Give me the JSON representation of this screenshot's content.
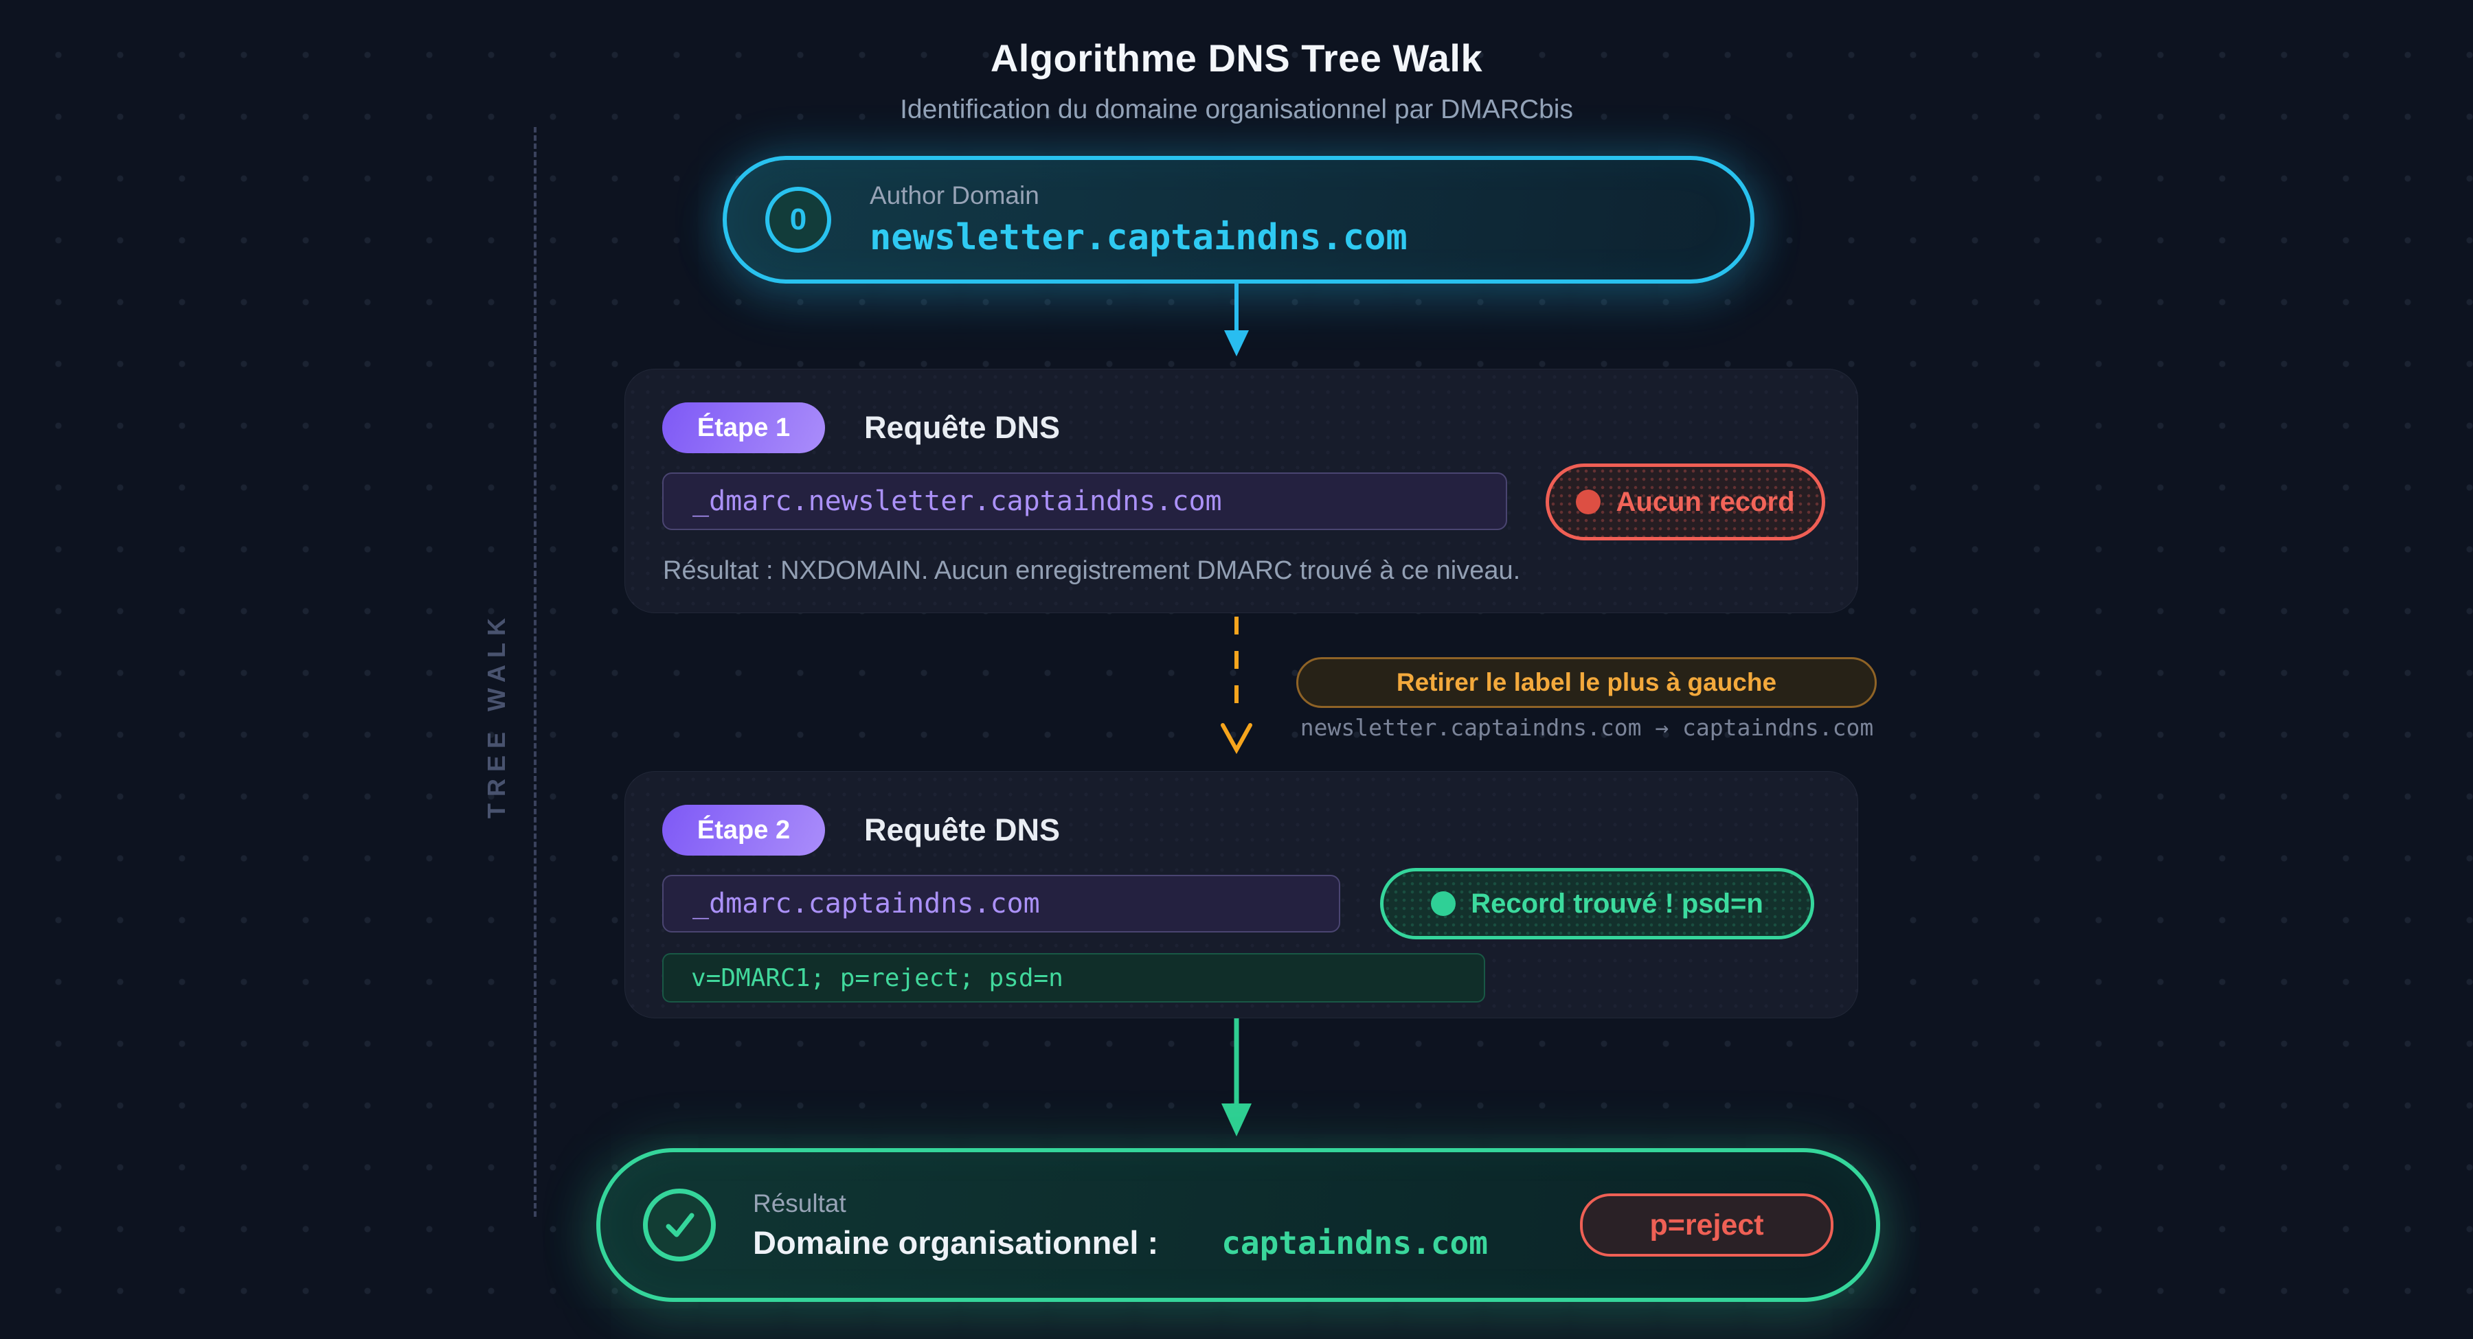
{
  "header": {
    "title": "Algorithme DNS Tree Walk",
    "subtitle": "Identification du domaine organisationnel par DMARCbis"
  },
  "sidebar": {
    "tree_walk": "TREE WALK"
  },
  "author": {
    "step": "0",
    "label": "Author Domain",
    "domain": "newsletter.captaindns.com"
  },
  "steps": [
    {
      "badge": "Étape 1",
      "title": "Requête DNS",
      "query": "_dmarc.newsletter.captaindns.com",
      "status": "Aucun record",
      "result": "Résultat : NXDOMAIN. Aucun enregistrement DMARC trouvé à ce niveau."
    },
    {
      "badge": "Étape 2",
      "title": "Requête DNS",
      "query": "_dmarc.captaindns.com",
      "status": "Record trouvé ! psd=n",
      "record": "v=DMARC1; p=reject; psd=n"
    }
  ],
  "transition": {
    "note": "Retirer le label le plus à gauche",
    "mapping": "newsletter.captaindns.com → captaindns.com"
  },
  "result": {
    "label": "Résultat",
    "caption": "Domaine organisationnel :",
    "domain": "captaindns.com",
    "policy": "p=reject"
  },
  "colors": {
    "background": "#0d1320",
    "cyan": "#29c2ef",
    "purple": "#7e59f6",
    "purple_light": "#aa8dfa",
    "red": "#f05f55",
    "orange": "#f3a93c",
    "green": "#35d69b",
    "text_primary": "#eef2f7",
    "text_muted": "#94a3b8"
  }
}
